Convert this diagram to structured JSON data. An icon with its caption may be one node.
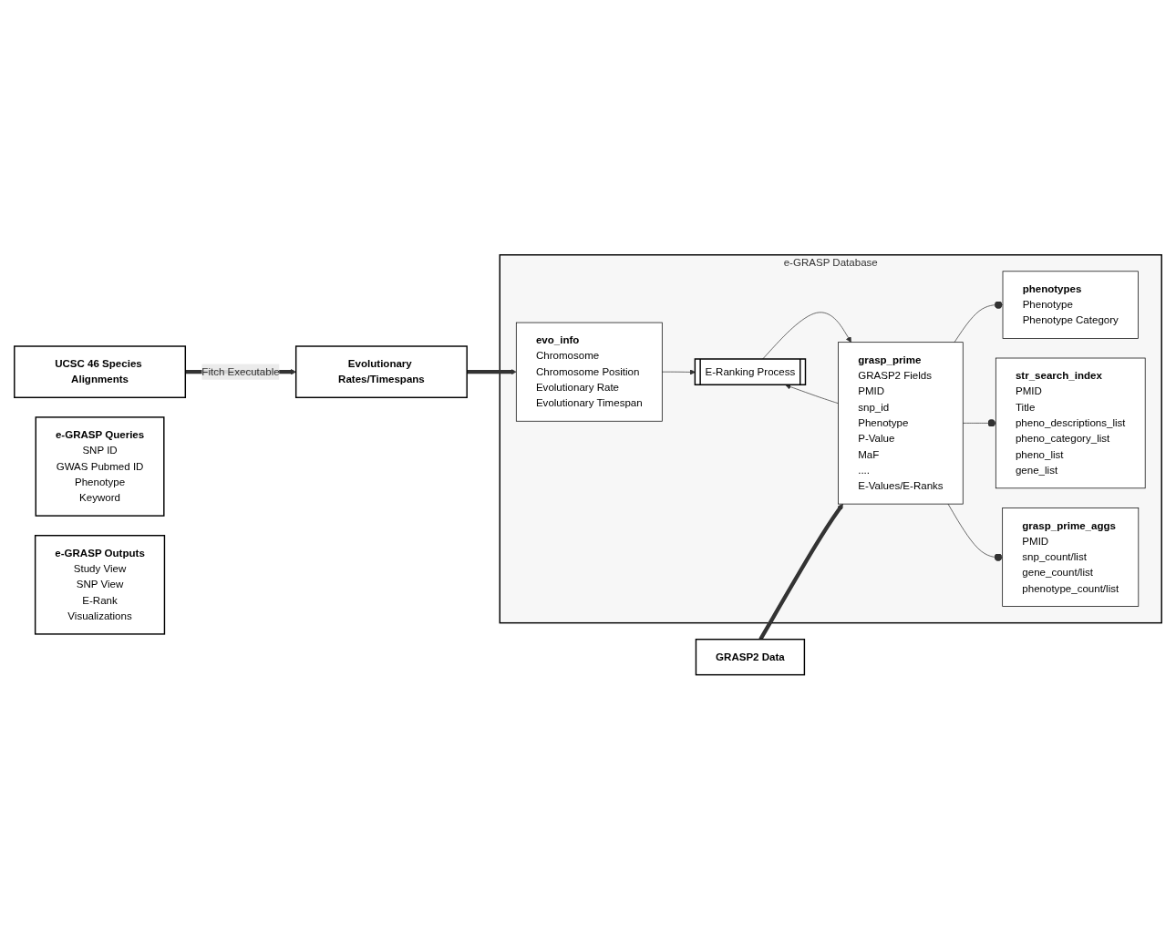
{
  "diagram": {
    "nodes": [
      {
        "text": [
          "e-GRASP Database"
        ]
      },
      {
        "text": [
          "UCSC 46 Species Alignments"
        ]
      },
      {
        "text": [
          "Evolutionary Rates/Timespans"
        ]
      },
      {
        "text": [
          "evo_info",
          "Chromosome",
          "Chromosome Position",
          "Evolutionary Rate",
          "Evolutionary Timespan"
        ],
        "in": 0
      },
      {
        "text": [
          "phenotypes",
          "Phenotype",
          "Phenotype Category"
        ],
        "in": 0
      },
      {
        "text": [
          "E-Ranking Process"
        ],
        "in": 0
      },
      {
        "text": [
          "grasp_prime",
          "GRASP2 Fields",
          "PMID",
          "snp_id",
          "Phenotype",
          "P-Value",
          "MaF",
          "....",
          "E-Values/E-Ranks"
        ],
        "in": 0
      },
      {
        "text": [
          "GRASP2 Data"
        ]
      },
      {
        "text": [
          "str_search_index",
          "PMID",
          "Title",
          "pheno_descriptions_list",
          "pheno_category_list",
          "pheno_list",
          "gene_list"
        ],
        "in": 0
      },
      {
        "text": [
          "grasp_prime_aggs",
          "PMID",
          "snp_count/list",
          "gene_count/list",
          "phenotype_count/list"
        ],
        "in": 0
      },
      {
        "text": [
          "e-GRASP Queries",
          "SNP ID",
          "GWAS Pubmed ID",
          "Phenotype",
          "Keyword"
        ]
      },
      {
        "text": [
          "e-GRASP Outputs",
          "Study View",
          "SNP View",
          "E-Rank",
          "Visualizations"
        ]
      }
    ],
    "edges": [
      {
        "from": 1,
        "to": 2,
        "arrow": "to",
        "label": "Fitch Executable",
        "style": "thick"
      },
      {
        "from": 2,
        "to": 3,
        "arrow": "to",
        "style": "thick"
      },
      {
        "from": 3,
        "to": 5,
        "arrow": "to"
      },
      {
        "from": 6,
        "to": 4,
        "arrow": "other"
      },
      {
        "from": 6,
        "to": 5,
        "arrow": "to"
      },
      {
        "from": 5,
        "to": 6,
        "arrow": "to"
      },
      {
        "from": 7,
        "to": 6,
        "arrow": "to",
        "style": "thick"
      },
      {
        "from": 6,
        "to": 8,
        "arrow": "other"
      },
      {
        "from": 6,
        "to": 9,
        "arrow": "other"
      }
    ]
  }
}
